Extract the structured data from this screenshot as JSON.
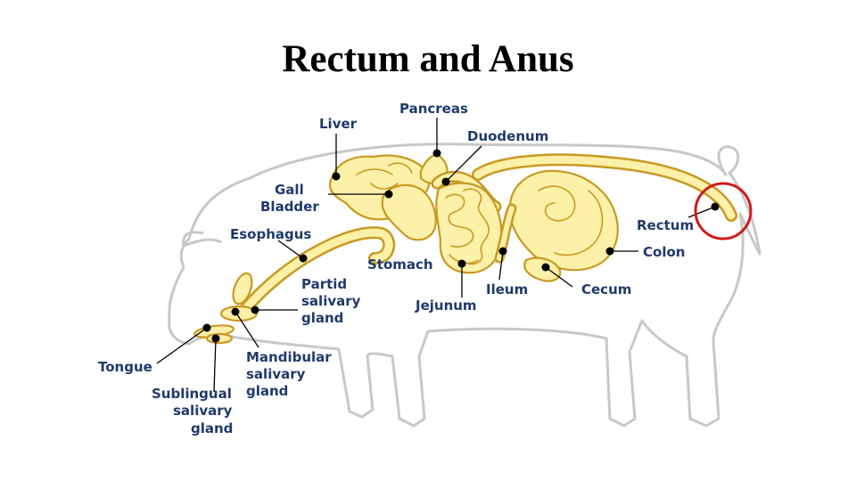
{
  "title": "Rectum and Anus",
  "labels": {
    "liver": "Liver",
    "pancreas": "Pancreas",
    "duodenum": "Duodenum",
    "gall_1": "Gall",
    "gall_2": "Bladder",
    "esophagus": "Esophagus",
    "stomach": "Stomach",
    "partid_1": "Partid",
    "partid_2": "salivary",
    "partid_3": "gland",
    "jejunum": "Jejunum",
    "ileum": "Ileum",
    "cecum": "Cecum",
    "colon": "Colon",
    "rectum": "Rectum",
    "tongue": "Tongue",
    "mandibular_1": "Mandibular",
    "mandibular_2": "salivary",
    "mandibular_3": "gland",
    "sublingual_1": "Sublingual",
    "sublingual_2": "salivary",
    "sublingual_3": "gland"
  },
  "colors": {
    "organ_fill": "#fdf0a8",
    "organ_outline": "#c79a22",
    "label_text": "#1f3a6b",
    "body_outline": "#c8c8c8",
    "highlight_circle": "#d11a1a"
  }
}
